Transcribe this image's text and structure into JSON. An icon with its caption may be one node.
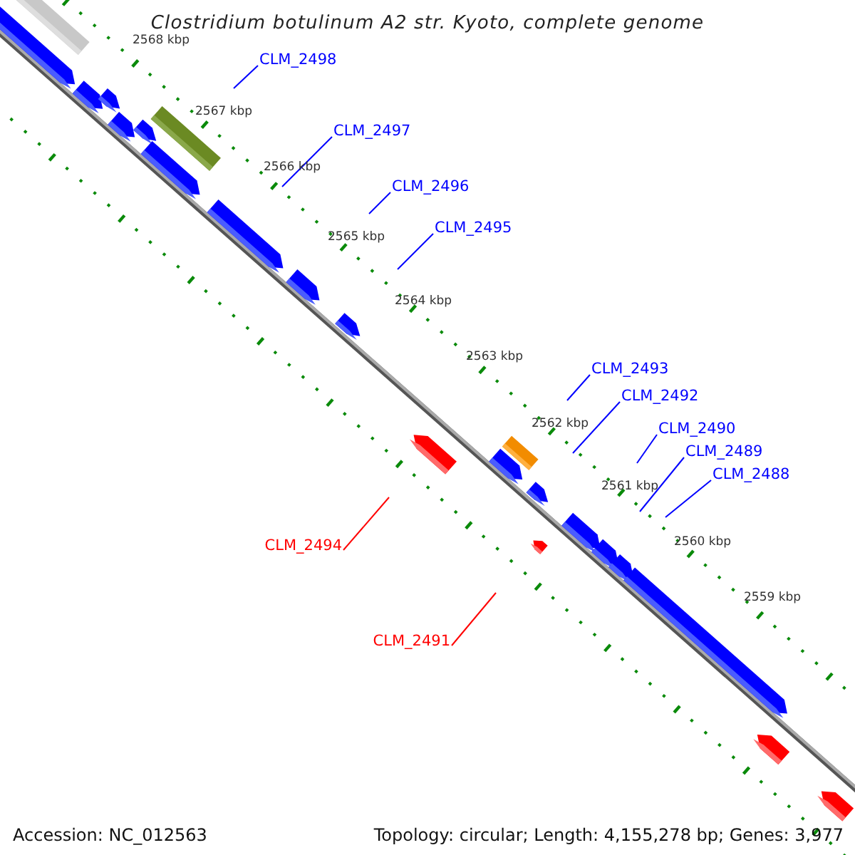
{
  "diagram": {
    "title": "Clostridium botulinum A2 str. Kyoto, complete genome",
    "nodes": [
      {
        "text": [
          "CLM_2498"
        ]
      },
      {
        "text": [
          "CLM_2497"
        ]
      },
      {
        "text": [
          "CLM_2496"
        ]
      },
      {
        "text": [
          "CLM_2495"
        ]
      },
      {
        "text": [
          "CLM_2493"
        ]
      },
      {
        "text": [
          "CLM_2492"
        ]
      },
      {
        "text": [
          "CLM_2490"
        ]
      },
      {
        "text": [
          "CLM_2489"
        ]
      },
      {
        "text": [
          "CLM_2488"
        ]
      },
      {
        "text": [
          "CLM_2494"
        ]
      },
      {
        "text": [
          "CLM_2491"
        ]
      }
    ],
    "edges": [
      {
        "from": 0,
        "to": null,
        "arrow": "none"
      },
      {
        "from": 1,
        "to": null,
        "arrow": "none"
      },
      {
        "from": 2,
        "to": null,
        "arrow": "none"
      },
      {
        "from": 3,
        "to": null,
        "arrow": "none"
      },
      {
        "from": 4,
        "to": null,
        "arrow": "none"
      },
      {
        "from": 5,
        "to": null,
        "arrow": "none"
      },
      {
        "from": 6,
        "to": null,
        "arrow": "none"
      },
      {
        "from": 7,
        "to": null,
        "arrow": "none"
      },
      {
        "from": 8,
        "to": null,
        "arrow": "none"
      },
      {
        "from": 9,
        "to": null,
        "arrow": "none",
        "color": "#ff0000"
      },
      {
        "from": 10,
        "to": null,
        "arrow": "none",
        "color": "#ff0000"
      }
    ],
    "labels": [
      "2568 kbp",
      "2567 kbp",
      "2566 kbp",
      "2565 kbp",
      "2564 kbp",
      "2563 kbp",
      "2562 kbp",
      "2561 kbp",
      "2560 kbp",
      "2559 kbp",
      "Accession: NC_012563",
      "Topology: circular; Length: 4,155,278 bp; Genes: 3,977"
    ]
  }
}
